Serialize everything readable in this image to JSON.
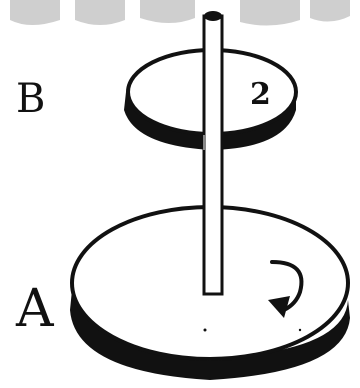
{
  "labels": {
    "disc_a": "A",
    "disc_b": "B",
    "disc_b_marking": "2"
  },
  "colors": {
    "ink": "#111111",
    "paper": "#ffffff",
    "watermark": "#cfcfcf"
  }
}
